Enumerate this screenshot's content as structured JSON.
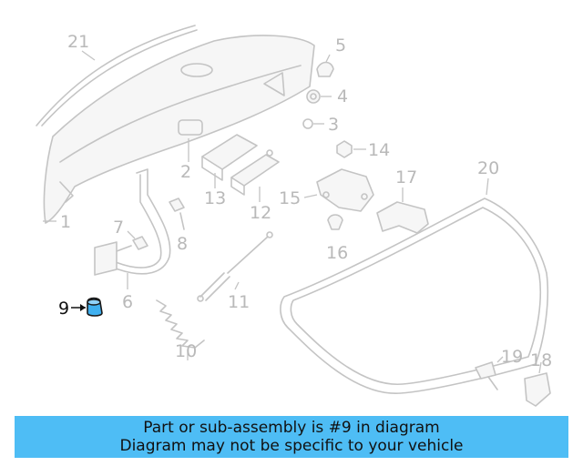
{
  "diagram": {
    "highlighted_part": "9",
    "highlight_color": "#3fb0f0",
    "callouts": [
      "1",
      "2",
      "3",
      "4",
      "5",
      "6",
      "7",
      "8",
      "9",
      "10",
      "11",
      "12",
      "13",
      "14",
      "15",
      "16",
      "17",
      "18",
      "19",
      "20",
      "21"
    ]
  },
  "banner": {
    "line1": "Part or sub-assembly is #9 in diagram",
    "line2": "Diagram may not be specific to your vehicle",
    "background": "#4ebdf5"
  }
}
